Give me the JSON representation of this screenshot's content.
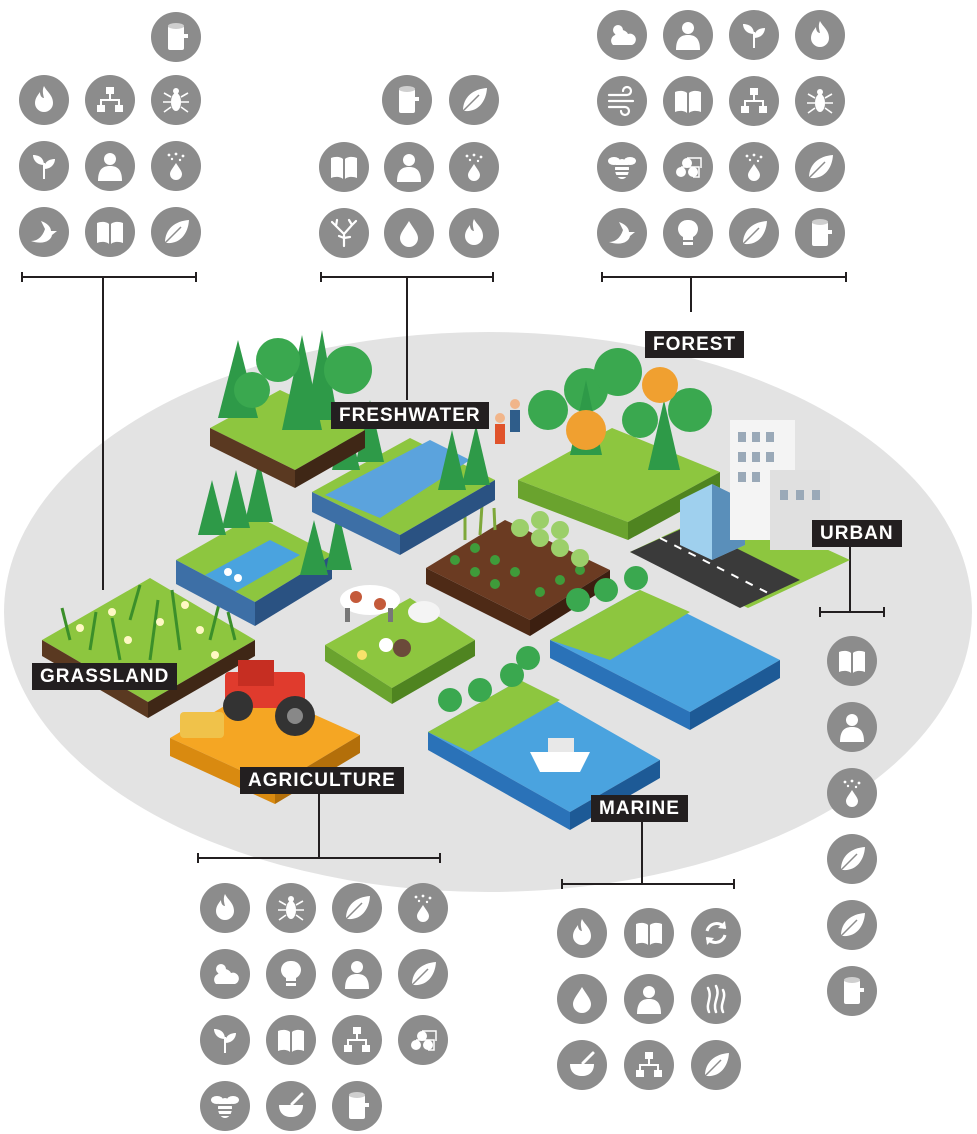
{
  "colors": {
    "icon_bg": "#8c8c8c",
    "label_bg": "#231f20",
    "ellipse": "#e3e3e3",
    "grass": "#8dc63f",
    "water": "#4aa3df",
    "tree": "#2e9a48",
    "soil": "#5a3921",
    "field": "#f5a623"
  },
  "labels": {
    "grassland": "GRASSLAND",
    "freshwater": "FRESHWATER",
    "forest": "FOREST",
    "urban": "URBAN",
    "agriculture": "AGRICULTURE",
    "marine": "MARINE"
  },
  "icon_groups": {
    "grassland": [
      "timber-icon",
      "fire-icon",
      "hierarchy-icon",
      "insect-icon",
      "plant-icon",
      "person-icon",
      "water-quality-icon",
      "bird-icon",
      "book-icon",
      "leaf-icon"
    ],
    "freshwater": [
      "timber-icon",
      "leaf-icon",
      "book-icon",
      "person-icon",
      "water-quality-icon",
      "coral-icon",
      "water-drop-icon",
      "fire-icon"
    ],
    "forest": [
      "weather-icon",
      "person-icon",
      "plant-icon",
      "fire-icon",
      "wind-icon",
      "book-icon",
      "hierarchy-icon",
      "insect-icon",
      "bee-icon",
      "logs-icon",
      "water-quality-icon",
      "leaf-icon",
      "bird-icon",
      "lightbulb-icon",
      "leaf-icon",
      "timber-icon"
    ],
    "urban": [
      "book-icon",
      "person-icon",
      "water-quality-icon",
      "leaf-icon",
      "leaf-icon",
      "timber-icon"
    ],
    "agriculture": [
      "fire-icon",
      "insect-icon",
      "leaf-icon",
      "water-quality-icon",
      "weather-icon",
      "lightbulb-icon",
      "person-icon",
      "leaf-icon",
      "plant-icon",
      "book-icon",
      "hierarchy-icon",
      "logs-icon",
      "bee-icon",
      "mortar-icon",
      "timber-icon"
    ],
    "marine": [
      "fire-icon",
      "book-icon",
      "recycle-icon",
      "water-drop-icon",
      "person-icon",
      "seaweed-icon",
      "mortar-icon",
      "hierarchy-icon",
      "leaf-icon"
    ]
  }
}
